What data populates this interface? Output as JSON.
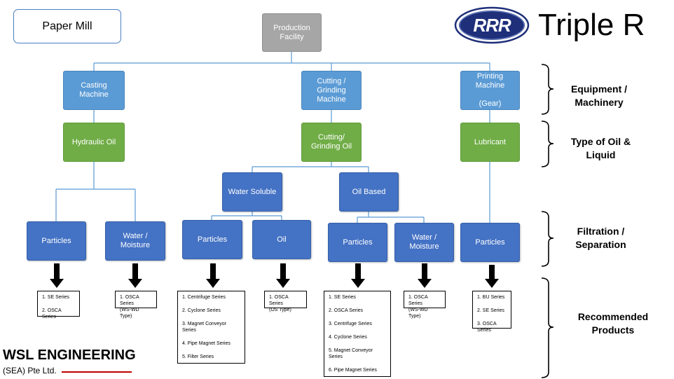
{
  "header": {
    "title_box": "Paper Mill",
    "brand_logo_text": "RRR",
    "brand_name": "Triple R"
  },
  "root": "Production\nFacility",
  "equipment": [
    "Casting\nMachine",
    "Cutting /\nGrinding\nMachine",
    "Printing\nMachine\n\n(Gear)"
  ],
  "oil_types": [
    "Hydraulic Oil",
    "Cutting/\nGrinding Oil",
    "Lubricant"
  ],
  "oil_subtypes": [
    "Water Soluble",
    "Oil Based"
  ],
  "filtration": [
    "Particles",
    "Water /\nMoisture",
    "Particles",
    "Oil",
    "Particles",
    "Water /\nMoisture",
    "Particles"
  ],
  "products": [
    [
      "1. SE Series",
      "2. OSCA Series"
    ],
    [
      "1. OSCA Series\n(WS-WD Type)"
    ],
    [
      "1. Centrifuge Series",
      "2. Cyclone Series",
      "3. Magnet Conveyor\nSeries",
      "4. Pipe Magnet Series",
      "5. Filter Series"
    ],
    [
      "1. OSCA Series\n(OS Type)"
    ],
    [
      "1. SE Series",
      "2. OSCA Series",
      "3. Centrifuge Series",
      "4. Cyclone Series",
      "5. Magnet Conveyor\nSeries",
      "6. Pipe Magnet Series"
    ],
    [
      "1. OSCA Series\n(WS-WD Type)"
    ],
    [
      "1. BU Series",
      "2. SE Series",
      "3. OSCA Series"
    ]
  ],
  "row_labels": [
    "Equipment /\nMachinery",
    "Type of Oil &\nLiquid",
    "Filtration /\nSeparation",
    "Recommended\nProducts"
  ],
  "footer": {
    "company_main": "WSL ENGINEERING",
    "company_sub": "(SEA) Pte Ltd."
  },
  "colors": {
    "light_blue": "#5b9bd5",
    "green": "#70ad47",
    "dark_blue": "#4472c4",
    "gray": "#a6a6a6",
    "logo_navy": "#1f2f7a",
    "wsl_red": "#c00000"
  }
}
